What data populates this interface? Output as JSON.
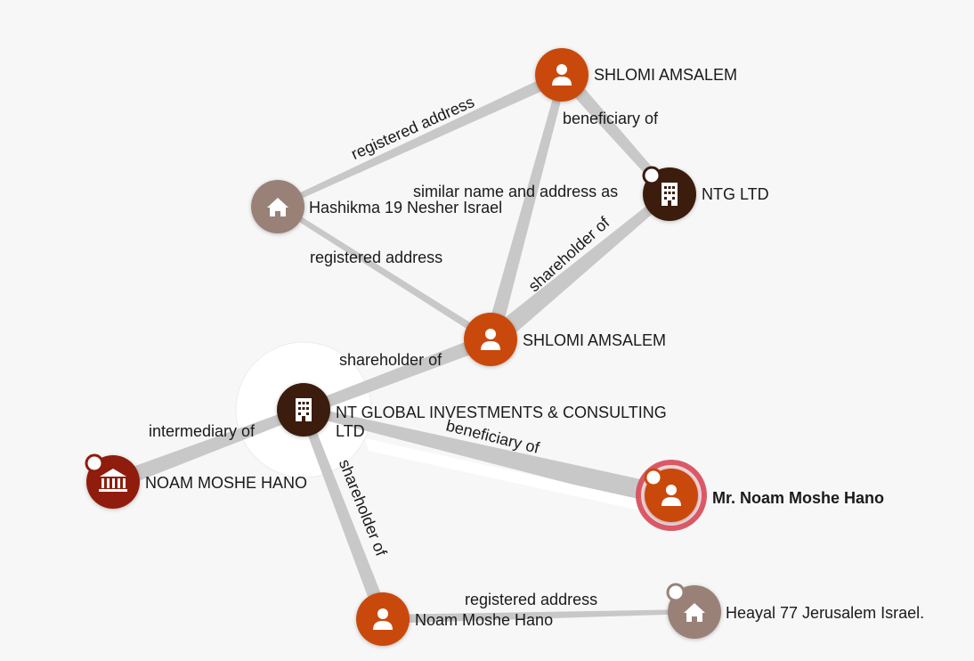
{
  "colors": {
    "person": "#c94a0c",
    "company": "#3b1c10",
    "address": "#9a8178",
    "bank": "#8f1c0c",
    "edge": "#c8c8c8",
    "highlight_ring": "#d8505f"
  },
  "nodes": {
    "shlomi_top": {
      "label": "SHLOMI AMSALEM",
      "kind": "person",
      "icon": "person-icon"
    },
    "ntg": {
      "label": "NTG LTD",
      "kind": "company",
      "icon": "building-icon"
    },
    "hashikma": {
      "label": "Hashikma 19 Nesher Israel",
      "kind": "address",
      "icon": "house-icon"
    },
    "shlomi_mid": {
      "label": "SHLOMI AMSALEM",
      "kind": "person",
      "icon": "person-icon"
    },
    "nt_global": {
      "label_line1": "NT GLOBAL INVESTMENTS & CONSULTING",
      "label_line2": "LTD",
      "kind": "company",
      "icon": "building-icon"
    },
    "noam_bank": {
      "label": "NOAM MOSHE HANO",
      "kind": "bank",
      "icon": "bank-icon"
    },
    "mr_noam": {
      "label": "Mr. Noam Moshe Hano",
      "kind": "person",
      "icon": "person-icon"
    },
    "noam_bottom": {
      "label": "Noam Moshe Hano",
      "kind": "person",
      "icon": "person-icon"
    },
    "heayal": {
      "label": "Heayal 77 Jerusalem Israel.",
      "kind": "address",
      "icon": "house-icon"
    }
  },
  "edges": {
    "shlomi_top_hashikma": "registered address",
    "shlomi_top_ntg": "beneficiary of",
    "shlomi_top_shlomi_mid": "similar name and address as",
    "hashikma_shlomi_mid": "registered address",
    "shlomi_mid_ntg": "shareholder of",
    "shlomi_mid_nt_global": "shareholder of",
    "nt_global_noam_bank": "intermediary of",
    "nt_global_mr_noam": "beneficiary of",
    "nt_global_noam_bottom": "shareholder of",
    "noam_bottom_heayal": "registered address"
  }
}
